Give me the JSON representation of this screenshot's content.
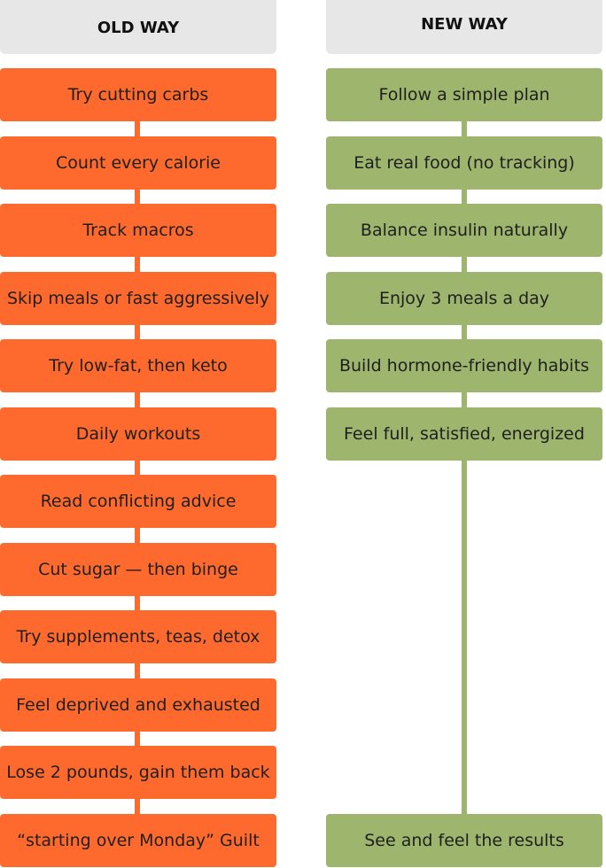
{
  "colors": {
    "old_way": "#fe6a2e",
    "new_way": "#9db56d",
    "header_bg": "#e7e7e7"
  },
  "old_way": {
    "title": "OLD WAY",
    "steps": [
      "Try cutting carbs",
      "Count every calorie",
      "Track macros",
      "Skip meals or fast aggressively",
      "Try low-fat, then keto",
      "Daily workouts",
      "Read conflicting advice",
      "Cut sugar — then binge",
      "Try supplements, teas, detox",
      "Feel deprived and exhausted",
      "Lose 2 pounds, gain them back",
      "“starting over Monday” Guilt"
    ]
  },
  "new_way": {
    "title": "NEW WAY",
    "steps": [
      "Follow a simple plan",
      "Eat real food (no tracking)",
      "Balance insulin naturally",
      "Enjoy 3 meals a day",
      "Build hormone-friendly habits",
      "Feel full, satisfied, energized"
    ],
    "final_step": "See and feel the results"
  }
}
